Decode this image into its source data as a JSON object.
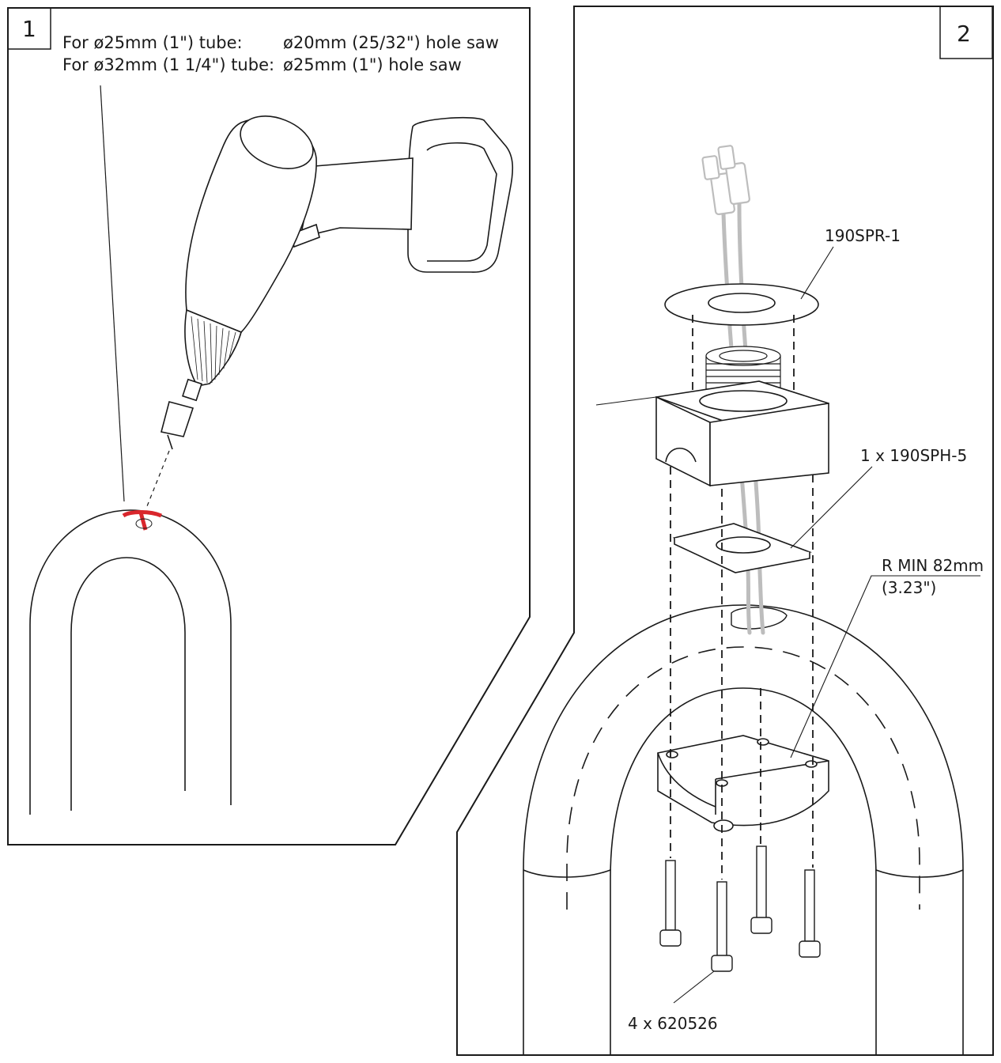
{
  "panel1": {
    "step_number": "1",
    "tube_25_label": "For ø25mm (1\") tube:",
    "tube_25_saw": "ø20mm (25/32\") hole saw",
    "tube_32_label": "For ø32mm (1 1/4\") tube:",
    "tube_32_saw": "ø25mm (1\") hole saw"
  },
  "panel2": {
    "step_number": "2",
    "part_washer": "190SPR-1",
    "part_plate": "1 x 190SPH-5",
    "radius_min": "R MIN 82mm",
    "radius_min_imperial": "(3.23\")",
    "screws": "4 x 620526"
  },
  "colors": {
    "line": "#1a1a1a",
    "cable": "#bdbdbd",
    "hole_marker": "#d9262c"
  }
}
